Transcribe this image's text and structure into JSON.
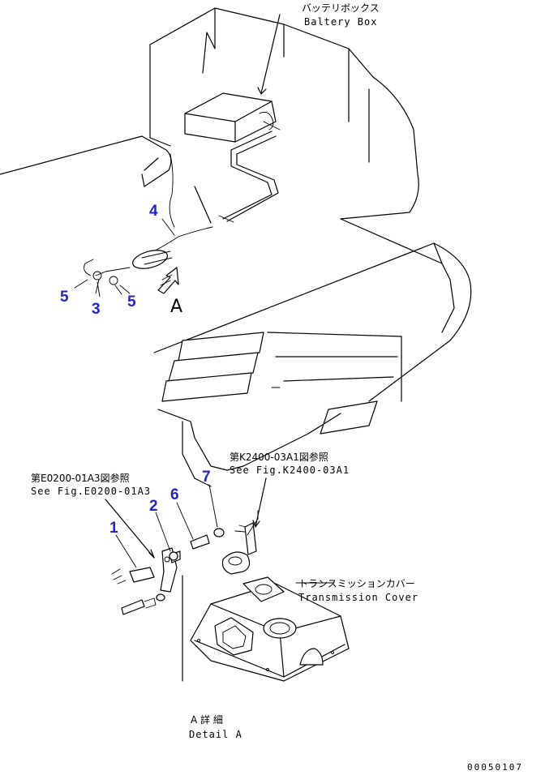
{
  "labels": {
    "battery_box_jp": "バッテリボックス",
    "battery_box_en": "Baltery Box",
    "transmission_cover_jp": "トランスミッションカバー",
    "transmission_cover_en": "Transmission Cover",
    "ref_k2400_jp": "第K2400-03A1図参照",
    "ref_k2400_en": "See Fig.K2400-03A1",
    "ref_e0200_jp": "第E0200-01A3図参照",
    "ref_e0200_en": "See Fig.E0200-01A3",
    "detail_a_jp": "A 詳 細",
    "detail_a_en": "Detail A",
    "view_letter": "A",
    "drawing_code": "00050107"
  },
  "callouts": {
    "c4": "4",
    "c5a": "5",
    "c3": "3",
    "c5b": "5",
    "c7": "7",
    "c6": "6",
    "c2": "2",
    "c1": "1"
  },
  "colors": {
    "callout": "#2323c8",
    "line": "#000000",
    "background": "#ffffff"
  }
}
